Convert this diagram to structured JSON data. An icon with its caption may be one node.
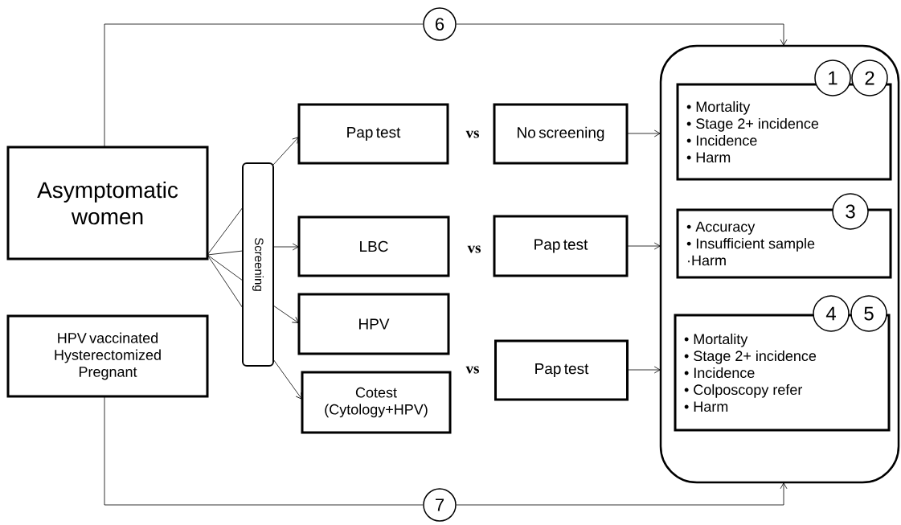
{
  "diagram": {
    "nodes": [
      {
        "text": [
          "Asymptomatic women"
        ]
      },
      {
        "text": [
          "HPV vaccinated Hysterectomized Pregnant"
        ]
      },
      {
        "text": [
          "Screening"
        ]
      },
      {
        "text": [
          "Pap test"
        ]
      },
      {
        "text": [
          "LBC"
        ]
      },
      {
        "text": [
          "HPV"
        ]
      },
      {
        "text": [
          "Cotest (Cytology+HPV)"
        ]
      },
      {
        "text": [
          "No screening"
        ]
      },
      {
        "text": [
          "Pap test"
        ]
      },
      {
        "text": [
          "Pap test"
        ]
      },
      {
        "text": [],
        "shape": "box"
      },
      {
        "text": [
          "• Mortality",
          "• Stage 2+ incidence",
          "• Incidence",
          "• Harm"
        ],
        "in": 10
      },
      {
        "text": [
          "• Accuracy",
          "• Insufficient sample",
          "·Harm"
        ],
        "in": 10
      },
      {
        "text": [
          "• Mortality",
          "• Stage 2+ incidence",
          "• Incidence",
          "• Colposcopy refer",
          "• Harm"
        ],
        "in": 10
      },
      {
        "text": [
          "1"
        ],
        "in": 10
      },
      {
        "text": [
          "2"
        ],
        "in": 10
      },
      {
        "text": [
          "3"
        ],
        "in": 10
      },
      {
        "text": [
          "4"
        ],
        "in": 10
      },
      {
        "text": [
          "5"
        ],
        "in": 10
      },
      {
        "text": [
          "6"
        ]
      },
      {
        "text": [
          "7"
        ]
      }
    ],
    "edges": [
      {
        "from": 0,
        "to": 2,
        "arrow": "none"
      },
      {
        "from": 0,
        "to": 2,
        "arrow": "none"
      },
      {
        "from": 0,
        "to": 2,
        "arrow": "none"
      },
      {
        "from": 0,
        "to": 2,
        "arrow": "none"
      },
      {
        "from": 2,
        "to": 3,
        "arrow": "to"
      },
      {
        "from": 2,
        "to": 4,
        "arrow": "to"
      },
      {
        "from": 2,
        "to": 5,
        "arrow": "to"
      },
      {
        "from": 2,
        "to": 6,
        "arrow": "to"
      },
      {
        "from": 7,
        "to": 10,
        "arrow": "to"
      },
      {
        "from": 8,
        "to": 10,
        "arrow": "to"
      },
      {
        "from": 9,
        "to": 10,
        "arrow": "to"
      },
      {
        "from": 0,
        "to": 19,
        "arrow": "none"
      },
      {
        "from": 19,
        "to": 10,
        "arrow": "to"
      },
      {
        "from": 1,
        "to": 20,
        "arrow": "none"
      },
      {
        "from": 20,
        "to": 10,
        "arrow": "to"
      }
    ],
    "labels": [
      "vs",
      "vs",
      "vs"
    ]
  }
}
